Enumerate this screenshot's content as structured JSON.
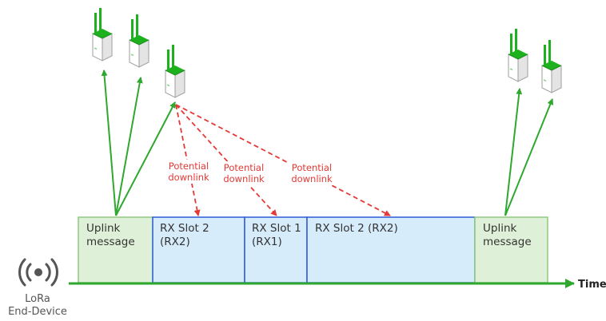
{
  "slots": [
    {
      "id": "uplink1",
      "line1": "Uplink",
      "line2": "message",
      "kind": "uplink"
    },
    {
      "id": "rx2a",
      "line1": "RX Slot 2",
      "line2": "(RX2)",
      "kind": "rx"
    },
    {
      "id": "rx1",
      "line1": "RX Slot 1",
      "line2": "(RX1)",
      "kind": "rx"
    },
    {
      "id": "rx2b",
      "line1": "RX Slot 2 (RX2)",
      "line2": "",
      "kind": "rx"
    },
    {
      "id": "uplink2",
      "line1": "Uplink",
      "line2": "message",
      "kind": "uplink"
    }
  ],
  "annotations": [
    {
      "line1": "Potential",
      "line2": "downlink"
    },
    {
      "line1": "Potential",
      "line2": "downlink"
    },
    {
      "line1": "Potential",
      "line2": "downlink"
    }
  ],
  "axis": {
    "label": "Time"
  },
  "device": {
    "line1": "LoRa",
    "line2": "End-Device",
    "icon": "lora-end-device-icon"
  },
  "gateways": {
    "count": 5,
    "icon": "gateway-antenna-icon"
  },
  "colors": {
    "uplink_fill": "#dff0d8",
    "uplink_stroke": "#8fc97f",
    "rx_fill": "#d6ecfb",
    "rx_stroke": "#2d5bd8",
    "arrow_green": "#2ea82e",
    "downlink_red": "#e53935",
    "gateway_green": "#1db21d",
    "timeline": "#2ea82e"
  }
}
